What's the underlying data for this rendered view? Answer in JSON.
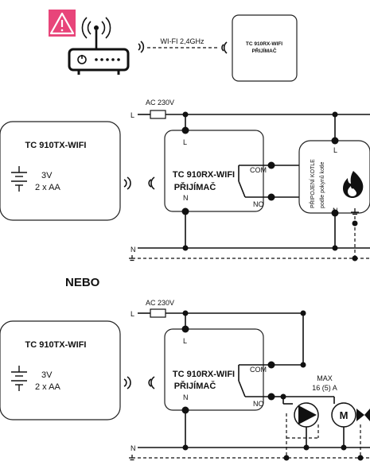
{
  "top": {
    "wifi_label": "WI-FI 2,4GHz",
    "receiver_title": "TC 910RX-WIFI",
    "receiver_subtitle": "PŘIJÍMAČ"
  },
  "diagram1": {
    "ac_label": "AC 230V",
    "l_label": "L",
    "n_label": "N",
    "transmitter_title": "TC 910TX-WIFI",
    "battery_voltage": "3V",
    "battery_count": "2 x AA",
    "receiver_title": "TC 910RX-WIFI",
    "receiver_subtitle": "PŘIJÍMAČ",
    "inner_l": "L",
    "inner_n": "N",
    "com_label": "COM",
    "no_label": "NO",
    "boiler_text_1": "PŘIPOJENÍ KOTLE",
    "boiler_text_2": "podle pokynů kotle",
    "boiler_l": "L",
    "boiler_n": "N"
  },
  "separator": {
    "label": "NEBO"
  },
  "diagram2": {
    "ac_label": "AC 230V",
    "l_label": "L",
    "n_label": "N",
    "transmitter_title": "TC 910TX-WIFI",
    "battery_voltage": "3V",
    "battery_count": "2 x AA",
    "receiver_title": "TC 910RX-WIFI",
    "receiver_subtitle": "PŘIJÍMAČ",
    "inner_l": "L",
    "inner_n": "N",
    "com_label": "COM",
    "no_label": "NO",
    "max_label": "MAX",
    "rating_label": "16 (5) A",
    "motor_label": "M"
  },
  "colors": {
    "warning": "#e8457a",
    "line": "#111111"
  },
  "icons": [
    "warning-icon",
    "wifi-router-icon",
    "wifi-waves-icon",
    "flame-icon",
    "ground-icon",
    "battery-icon",
    "pump-icon",
    "motor-icon",
    "valve-icon"
  ]
}
